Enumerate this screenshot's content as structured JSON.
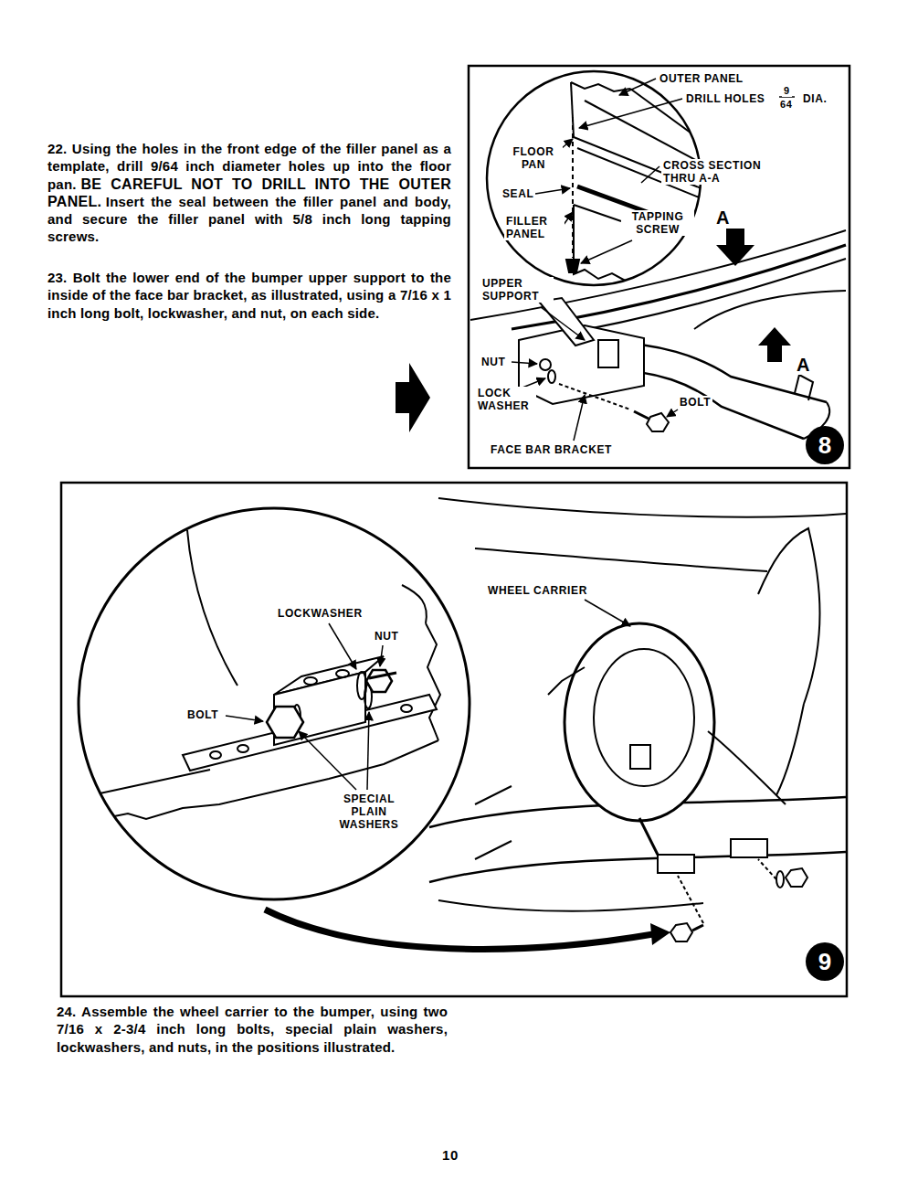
{
  "diagram": {
    "nodes": [
      {
        "text": [
          "8"
        ]
      },
      {
        "text": [
          "9"
        ]
      }
    ],
    "labels": [
      "22. Using the holes in the front edge of the filler panel as a template, drill 9/64 inch diameter holes up into the floor pan.",
      "BE CAREFUL NOT TO DRILL INTO THE OUTER PANEL.",
      "Insert the seal between the filler panel and body, and secure the filler panel with 5/8 inch long tapping screws.",
      "23. Bolt the lower end of the bumper upper support to the inside of the face bar bracket, as illustrated, using a 7/16 x 1 inch long bolt, lockwasher, and nut, on each side.",
      "OUTER PANEL",
      "DRILL HOLES",
      "9",
      "64",
      "DIA.",
      "FLOOR PAN",
      "CROSS SECTION THRU A-A",
      "SEAL",
      "TAPPING SCREW",
      "FILLER PANEL",
      "A",
      "UPPER SUPPORT",
      "A",
      "NUT",
      "LOCK WASHER",
      "BOLT",
      "FACE BAR BRACKET",
      "LOCKWASHER",
      "NUT",
      "BOLT",
      "SPECIAL PLAIN WASHERS",
      "WHEEL CARRIER",
      "24. Assemble the wheel carrier to the bumper, using two 7/16 x 2-3/4 inch long bolts, special plain washers, lockwashers, and nuts, in the positions illustrated.",
      "10"
    ]
  }
}
